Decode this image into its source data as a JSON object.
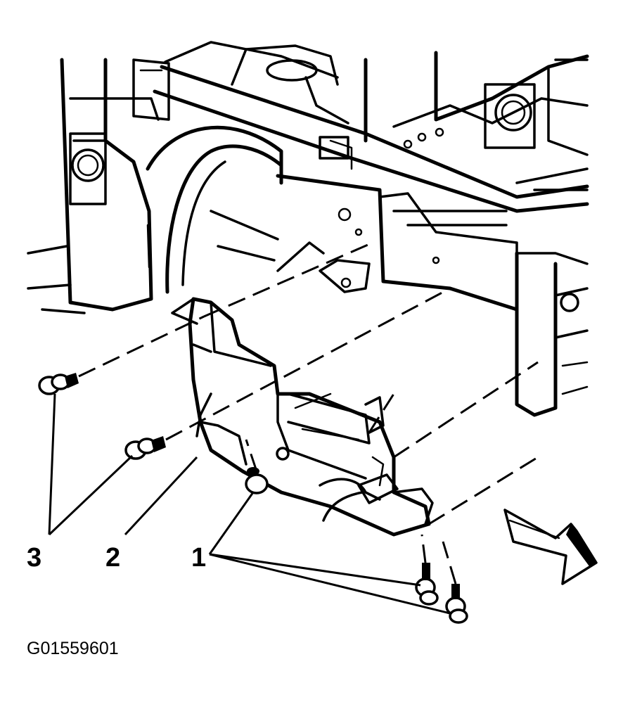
{
  "callouts": [
    {
      "label": "3"
    },
    {
      "label": "2"
    },
    {
      "label": "1"
    }
  ],
  "figure_id": "G01559601",
  "colors": {
    "ink": "#000000",
    "paper": "#ffffff"
  },
  "icons": {
    "direction": "forward-arrow-icon"
  }
}
